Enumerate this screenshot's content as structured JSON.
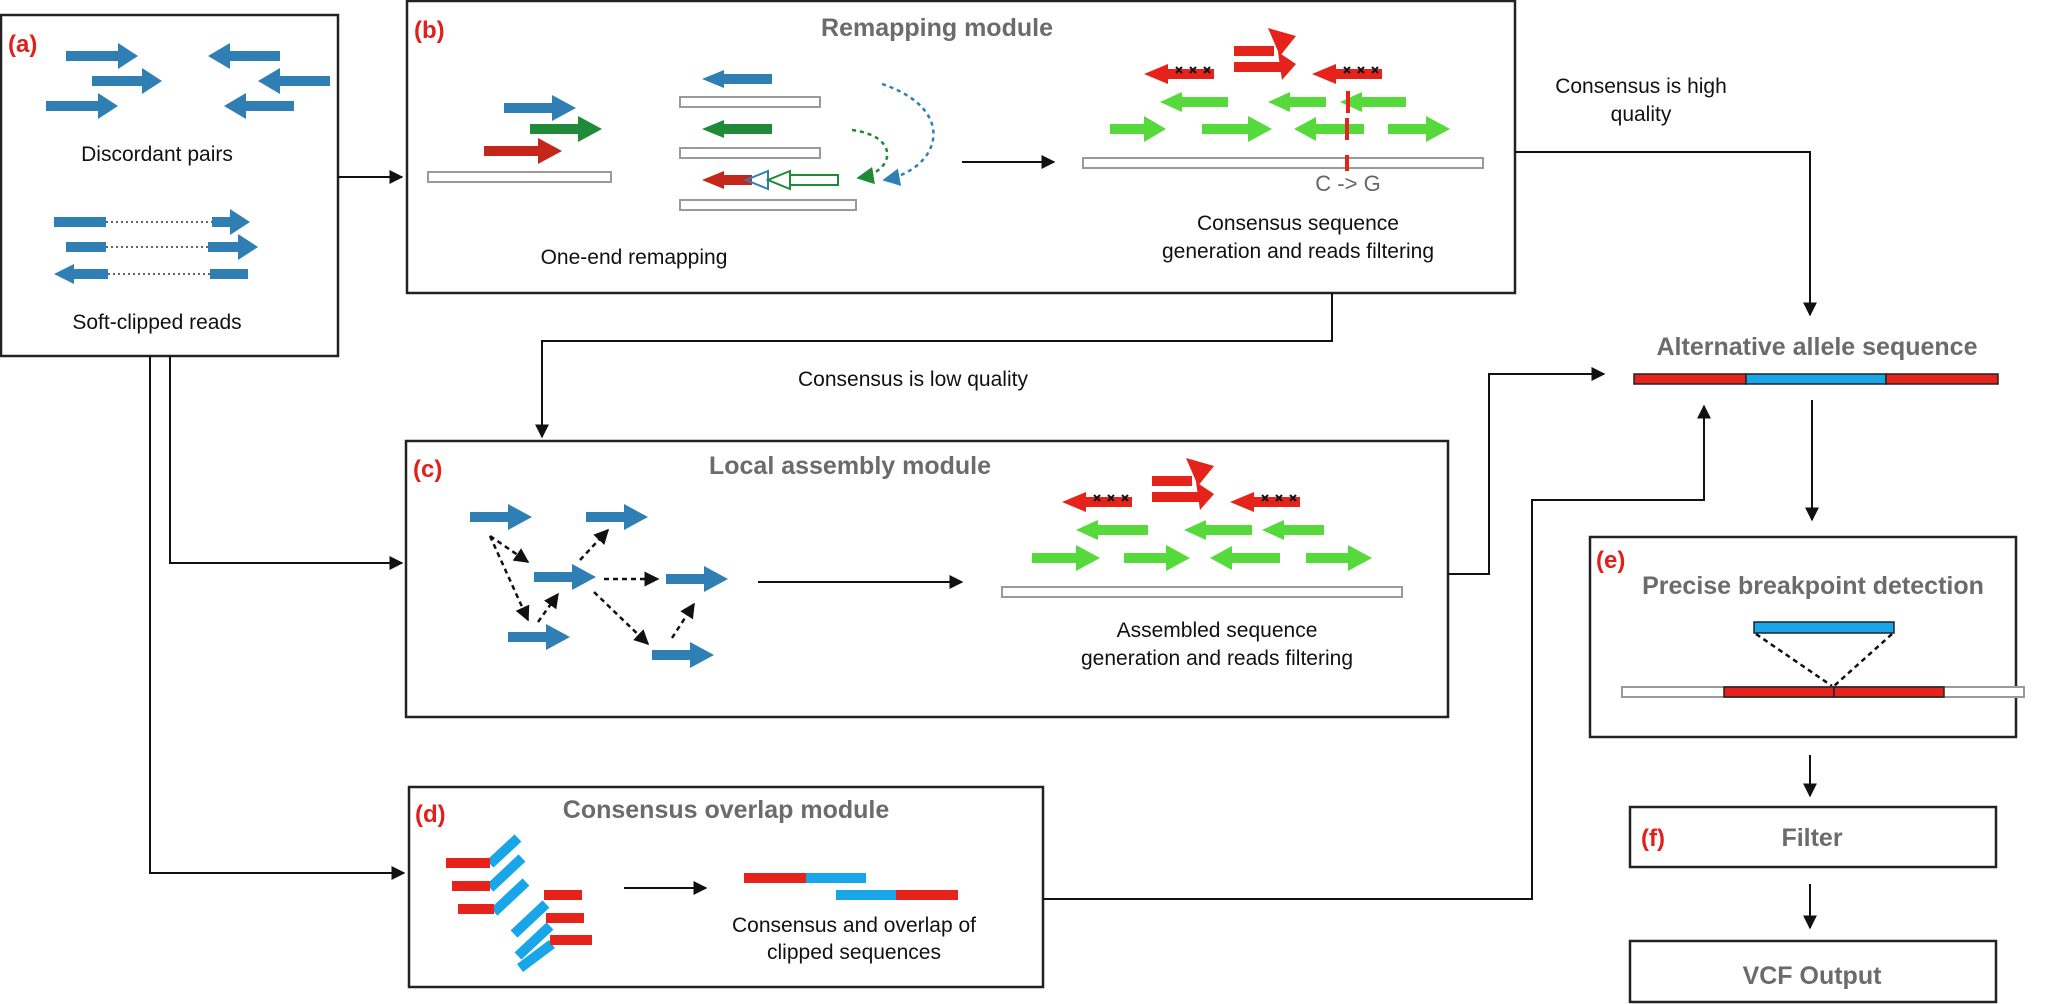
{
  "colors": {
    "blue": "#2f7fb5",
    "light_blue": "#19a6e8",
    "red": "#e5231b",
    "dark_red": "#c4261b",
    "green": "#55d93b",
    "dark_green": "#1f8a37",
    "box_border": "#222222",
    "gray_bar": "#9a9a9a",
    "title_gray": "#6b6b6b"
  },
  "panels": {
    "a": {
      "tag": "(a)",
      "discordant_label": "Discordant pairs",
      "softclip_label": "Soft-clipped reads"
    },
    "b": {
      "tag": "(b)",
      "title": "Remapping module",
      "remap_label": "One-end remapping",
      "consensus_label_1": "Consensus sequence",
      "consensus_label_2": "generation and reads filtering",
      "snv_label": "C -> G"
    },
    "c": {
      "tag": "(c)",
      "title": "Local assembly module",
      "assembled_label_1": "Assembled sequence",
      "assembled_label_2": "generation and reads filtering"
    },
    "d": {
      "tag": "(d)",
      "title": "Consensus overlap module",
      "overlap_label_1": "Consensus and overlap of",
      "overlap_label_2": "clipped sequences"
    },
    "e": {
      "tag": "(e)",
      "title": "Precise breakpoint detection"
    },
    "f": {
      "tag": "(f)",
      "title": "Filter"
    },
    "vcf": {
      "title": "VCF Output"
    }
  },
  "edges": {
    "high_quality_1": "Consensus is high",
    "high_quality_2": "quality",
    "low_quality": "Consensus is low quality"
  },
  "alt_allele": {
    "title": "Alternative allele sequence"
  }
}
